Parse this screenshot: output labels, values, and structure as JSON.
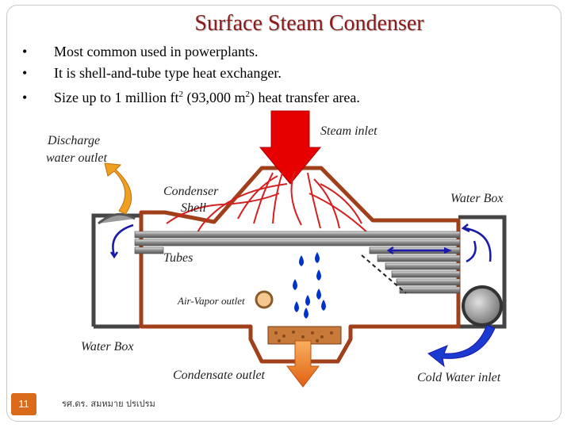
{
  "slide": {
    "title": "Surface Steam Condenser",
    "bullets": [
      {
        "text": "Most common used in powerplants."
      },
      {
        "text": "It is shell-and-tube type heat exchanger."
      },
      {
        "text_before": "Size up to 1 million ft",
        "sup1": "2",
        "text_mid": " (93,000 m",
        "sup2": "2",
        "text_after": ") heat transfer area."
      }
    ],
    "number": "11",
    "author": "รศ.ดร. สมหมาย ปรเปรม"
  },
  "diagram": {
    "labels": {
      "steam_inlet": "Steam inlet",
      "discharge_line1": "Discharge",
      "discharge_line2": "water outlet",
      "shell_line1": "Condenser",
      "shell_line2": "Shell",
      "water_box_right": "Water Box",
      "tubes": "Tubes",
      "air_vapor": "Air-Vapor outlet",
      "water_box_left": "Water Box",
      "condensate": "Condensate outlet",
      "cold_water": "Cold Water inlet"
    },
    "colors": {
      "shell": "#a0401a",
      "steam_arrow": "#e60000",
      "steam_lines": "#d42020",
      "water_drops": "#0033cc",
      "water_arrows": "#1a1aaa",
      "discharge_arrow": "#f0a020",
      "condensate_arrow": "#f07a10"
    }
  }
}
